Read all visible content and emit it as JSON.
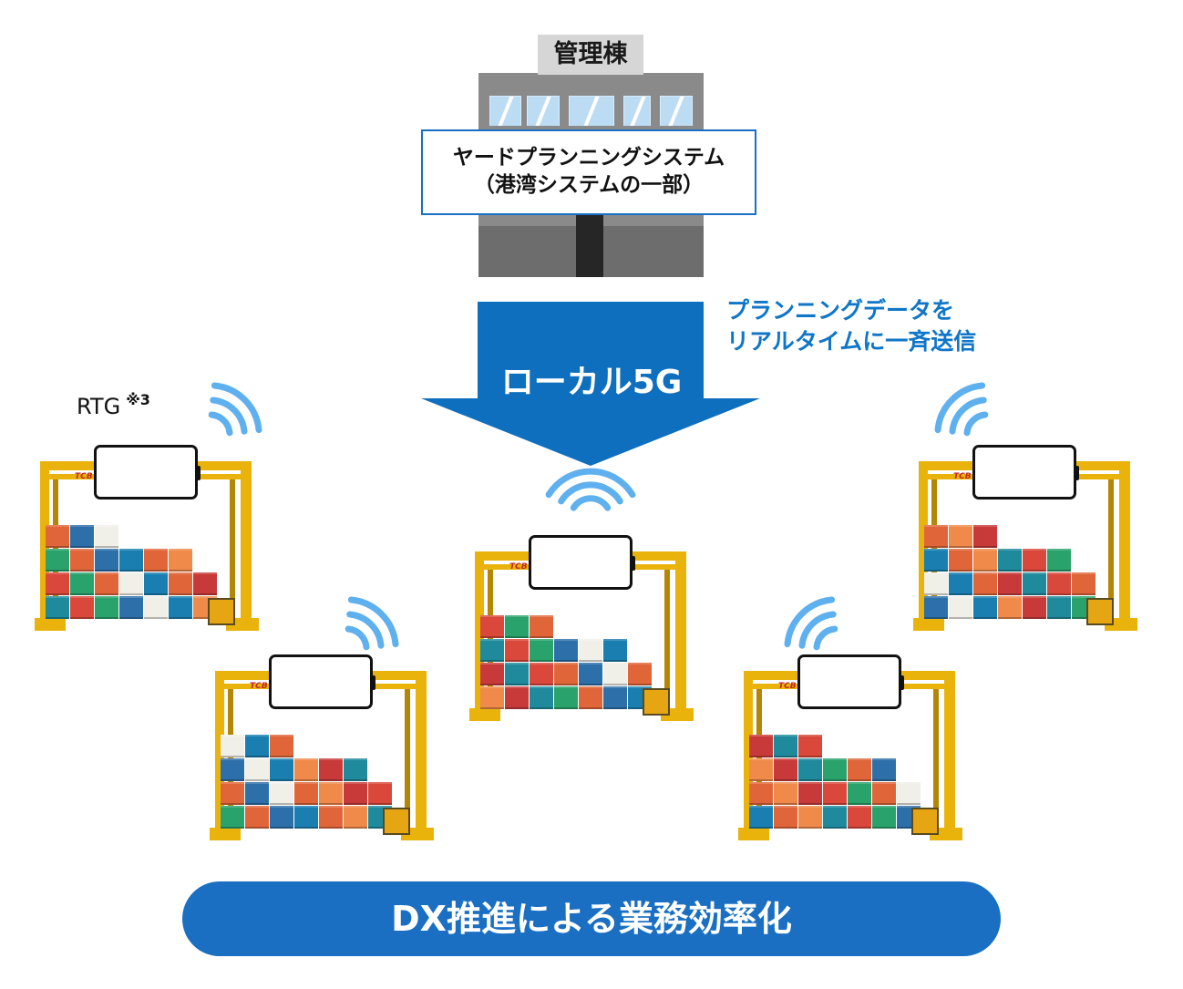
{
  "building": {
    "label": "管理棟",
    "system_line1": "ヤードプランニングシステム",
    "system_line2": "（港湾システムの一部）"
  },
  "arrow": {
    "label": "ローカル5G",
    "note_line1": "プランニングデータを",
    "note_line2": "リアルタイムに一斉送信"
  },
  "rtg": {
    "label": "RTG",
    "footnote": "※3",
    "crane_logo": "TCB"
  },
  "banner": {
    "text": "DX推進による業務効率化"
  },
  "colors": {
    "accent_blue": "#1a6fc2",
    "note_blue": "#0f76c8",
    "wave_blue": "#5fb0ef",
    "crane_yellow": "#e9b30c",
    "building_gray": "#8a8a8a"
  },
  "icons": [
    "signal-wave-icon",
    "tablet-icon",
    "rtg-crane-icon",
    "building-icon"
  ]
}
